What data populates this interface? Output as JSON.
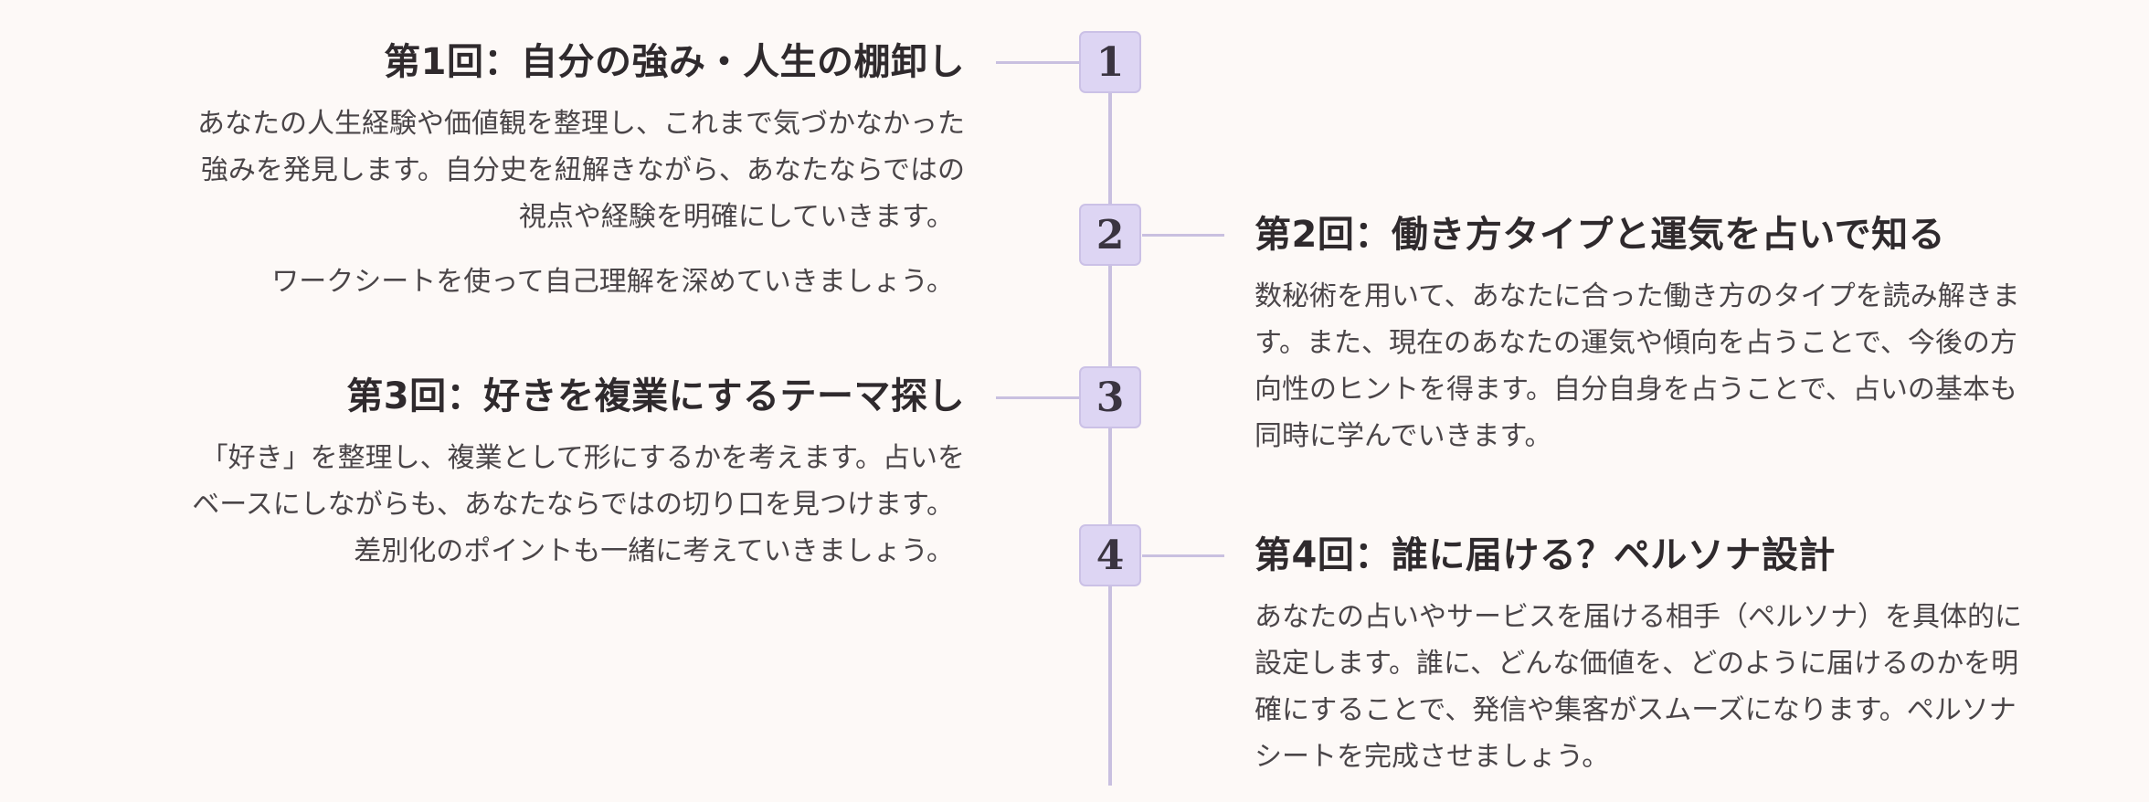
{
  "sessions": [
    {
      "number": "1",
      "title": "第1回：自分の強み・人生の棚卸し",
      "paragraphs": [
        [
          "あなたの人生経験や価値観を整理し、これまで気づかなかった",
          "強みを発見します。自分史を紐解きながら、あなたならではの",
          "視点や経験を明確にしていきます。"
        ],
        [
          "ワークシートを使って自己理解を深めていきましょう。"
        ]
      ]
    },
    {
      "number": "2",
      "title": "第2回：働き方タイプと運気を占いで知る",
      "paragraphs": [
        [
          "数秘術を用いて、あなたに合った働き方のタイプを読み解きま",
          "す。また、現在のあなたの運気や傾向を占うことで、今後の方",
          "向性のヒントを得ます。自分自身を占うことで、占いの基本も",
          "同時に学んでいきます。"
        ]
      ]
    },
    {
      "number": "3",
      "title": "第3回：好きを複業にするテーマ探し",
      "paragraphs": [
        [
          "「好き」を整理し、複業として形にするかを考えます。占いを",
          "ベースにしながらも、あなたならではの切り口を見つけます。",
          "差別化のポイントも一緒に考えていきましょう。"
        ]
      ]
    },
    {
      "number": "4",
      "title": "第4回：誰に届ける？ペルソナ設計",
      "paragraphs": [
        [
          "あなたの占いやサービスを届ける相手（ペルソナ）を具体的に",
          "設定します。誰に、どんな価値を、どのように届けるのかを明",
          "確にすることで、発信や集客がスムーズになります。ペルソナ",
          "シートを完成させましょう。"
        ]
      ]
    }
  ],
  "colors": {
    "background": "#fdf9f7",
    "line": "#c9c0e0",
    "node_fill": "#ddd5f3",
    "node_border": "#cbc1e6",
    "title": "#2f2a2d",
    "body": "#4a4548"
  }
}
